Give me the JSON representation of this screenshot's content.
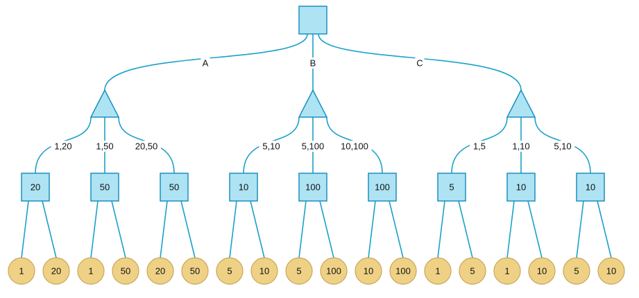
{
  "root": {
    "label": ""
  },
  "branches": [
    {
      "label": "A",
      "children": [
        {
          "edge": "1,20",
          "value": "20",
          "leaves": [
            "1",
            "20"
          ]
        },
        {
          "edge": "1,50",
          "value": "50",
          "leaves": [
            "1",
            "50"
          ]
        },
        {
          "edge": "20,50",
          "value": "50",
          "leaves": [
            "20",
            "50"
          ]
        }
      ]
    },
    {
      "label": "B",
      "children": [
        {
          "edge": "5,10",
          "value": "10",
          "leaves": [
            "5",
            "10"
          ]
        },
        {
          "edge": "5,100",
          "value": "100",
          "leaves": [
            "5",
            "100"
          ]
        },
        {
          "edge": "10,100",
          "value": "100",
          "leaves": [
            "10",
            "100"
          ]
        }
      ]
    },
    {
      "label": "C",
      "children": [
        {
          "edge": "1,5",
          "value": "5",
          "leaves": [
            "1",
            "5"
          ]
        },
        {
          "edge": "1,10",
          "value": "10",
          "leaves": [
            "1",
            "10"
          ]
        },
        {
          "edge": "5,10",
          "value": "10",
          "leaves": [
            "5",
            "10"
          ]
        }
      ]
    }
  ],
  "colors": {
    "edge": "#1ba1c9",
    "decision_fill": "#aee3f3",
    "decision_stroke": "#1b8fbf",
    "leaf_fill": "#efd186",
    "leaf_stroke": "#c9a75a"
  }
}
